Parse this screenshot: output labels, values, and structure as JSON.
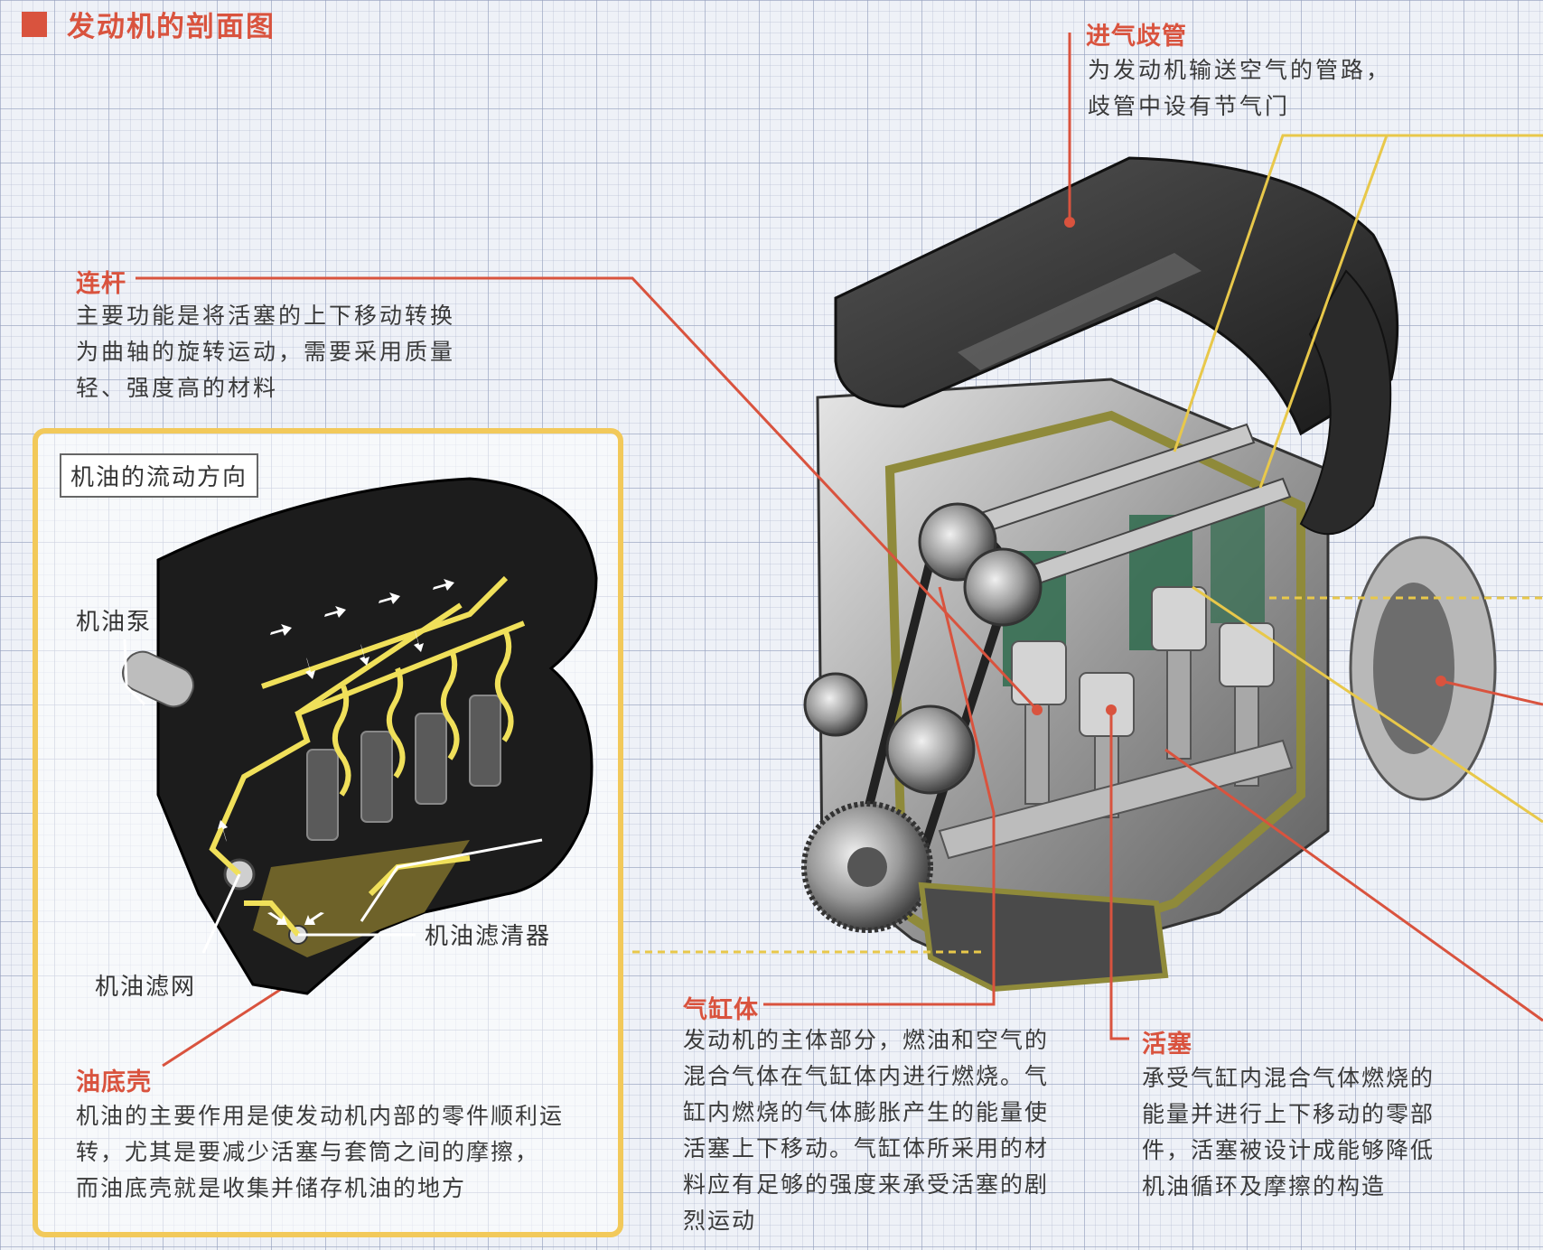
{
  "heading": {
    "title": "发动机的剖面图"
  },
  "labels": {
    "intake": {
      "title": "进气歧管",
      "text": "为发动机输送空气的管路，\n歧管中设有节气门"
    },
    "rod": {
      "title": "连杆",
      "text": "主要功能是将活塞的上下移动转换\n为曲轴的旋转运动，需要采用质量\n轻、强度高的材料"
    },
    "oilpan": {
      "title": "油底壳",
      "text": "机油的主要作用是使发动机内部的零件顺利运\n转，尤其是要减少活塞与套筒之间的摩擦，\n而油底壳就是收集并储存机油的地方"
    },
    "block": {
      "title": "气缸体",
      "text": "发动机的主体部分，燃油和空气的\n混合气体在气缸体内进行燃烧。气\n缸内燃烧的气体膨胀产生的能量使\n活塞上下移动。气缸体所采用的材\n料应有足够的强度来承受活塞的剧\n烈运动"
    },
    "piston": {
      "title": "活塞",
      "text": "承受气缸内混合气体燃烧的\n能量并进行上下移动的零部\n件，活塞被设计成能够降低\n机油循环及摩擦的构造"
    }
  },
  "inset": {
    "title": "机油的流动方向",
    "pump": "机油泵",
    "filter": "机油滤清器",
    "strainer": "机油滤网"
  },
  "colors": {
    "accent": "#d9533e",
    "inset_border": "#f2c95a",
    "oil_flow": "#f0e05a"
  }
}
